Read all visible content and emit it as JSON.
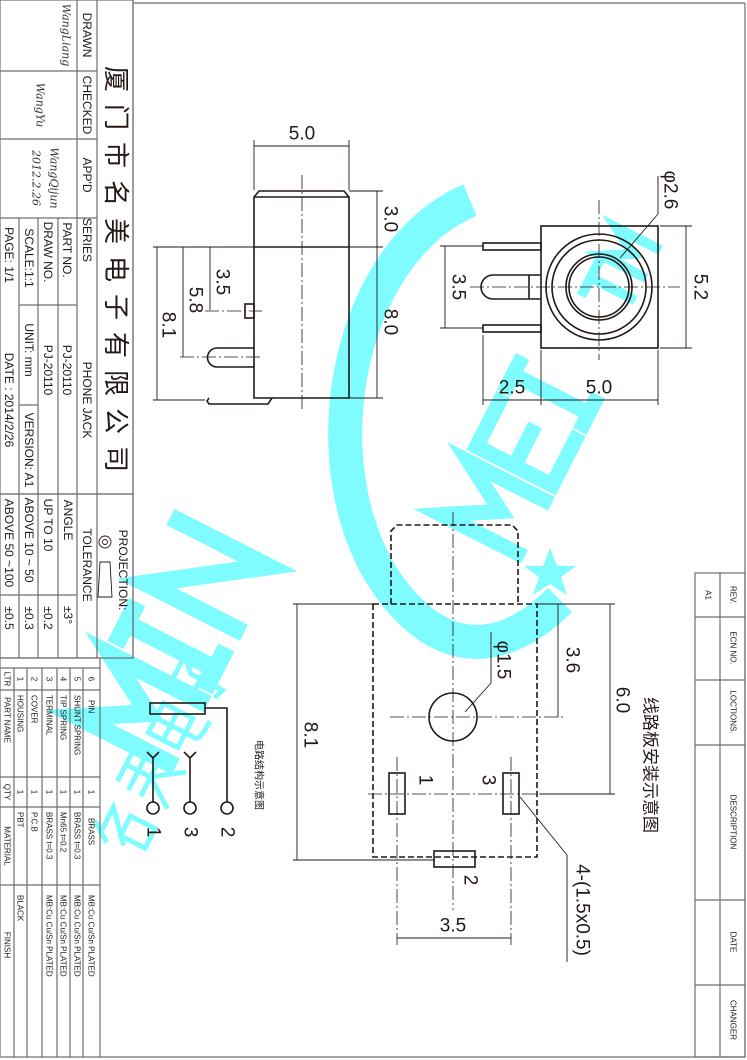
{
  "title_block": {
    "company": "厦门市名美电子有限公司",
    "drawn_label": "DRAWN",
    "checked_label": "CHECKED",
    "approved_label": "APP'D",
    "drawn_sig": "WangLiang",
    "checked_sig": "WangYu",
    "approved_sig": "WangQijun",
    "approved_date": "2012.2.26",
    "series_label": "SERIES",
    "series_value": "PHONE JACK",
    "part_no_label": "PART  NO.",
    "part_no_value": "PJ-20110",
    "draw_no_label": "DRAW NO.",
    "draw_no_value": "PJ-20110",
    "scale": "SCALE:1:1",
    "unit": "UNIT: mm",
    "version": "VERSION: A1",
    "page": "PAGE: 1/1",
    "date": "DATE : 2014/2/26"
  },
  "tolerance": {
    "projection_label": "PROJECTION:",
    "label": "TOLERANCE",
    "rows": [
      {
        "range": "ANGLE",
        "value": "±3°"
      },
      {
        "range": "UP TO 10",
        "value": "±0.2"
      },
      {
        "range": "ABOVE 10 ~ 50",
        "value": "±0.3"
      },
      {
        "range": "ABOVE 50 ~100",
        "value": "±0.5"
      }
    ]
  },
  "bom": {
    "headers": {
      "ltr": "LTR",
      "part_name": "PART NAME",
      "qty": "QTY",
      "material": "MATERIAL",
      "finish": "FINISH"
    },
    "rows": [
      {
        "ltr": "6",
        "part_name": "PIN",
        "qty": "1",
        "material": "BRASS",
        "finish": "MB:Cu  Cu/Sn  PLATED"
      },
      {
        "ltr": "5",
        "part_name": "SHUNT  SPRING",
        "qty": "1",
        "material": "BRASS  t=0.3",
        "finish": "MB:Cu  Cu/Sn  PLATED"
      },
      {
        "ltr": "4",
        "part_name": "TIP  SPRING",
        "qty": "1",
        "material": "Mn65  t=0.2",
        "finish": "MB:Cu  Cu/Sn  PLATED"
      },
      {
        "ltr": "3",
        "part_name": "TERMINAL",
        "qty": "1",
        "material": "BRASS  t=0.3",
        "finish": "MB:Cu  Cu/Sn  PLATED"
      },
      {
        "ltr": "2",
        "part_name": "COVER",
        "qty": "1",
        "material": "P.C.B",
        "finish": ""
      },
      {
        "ltr": "1",
        "part_name": "HOUSING",
        "qty": "1",
        "material": "PBT",
        "finish": "BLACK"
      }
    ]
  },
  "revision": {
    "headers": [
      "REV.",
      "ECN NO.",
      "LOCTIONS.",
      "DESCRIPTION",
      "DATE",
      "CHANGER"
    ],
    "values": [
      "A1",
      "",
      "",
      "",
      "",
      ""
    ]
  },
  "side_view": {
    "width": "5.0",
    "top": "3.0",
    "body": "8.0",
    "d1": "3.5",
    "d2": "5.8",
    "d3": "8.1"
  },
  "front_view": {
    "diameter": "φ2.6",
    "pin_pitch": "3.5",
    "height": "5.2",
    "pin_len": "2.5",
    "width": "5.0"
  },
  "pcb_layout": {
    "title": "线路板安装示意图",
    "hole": "φ1.5",
    "d_hole": "3.6",
    "d_pins": "6.0",
    "overall": "8.1",
    "pitch": "3.5",
    "slots": "4-(1.5x0.5)",
    "pin1": "1",
    "pin2": "2",
    "pin3": "3"
  },
  "schematic": {
    "title": "电路结构示意图",
    "pin1": "1",
    "pin3": "3",
    "pin2": "2"
  },
  "watermark": {
    "left": "MIN",
    "right": "MEI",
    "tm": "TM",
    "cn": "名美电子",
    "color": "#7ffcff"
  }
}
